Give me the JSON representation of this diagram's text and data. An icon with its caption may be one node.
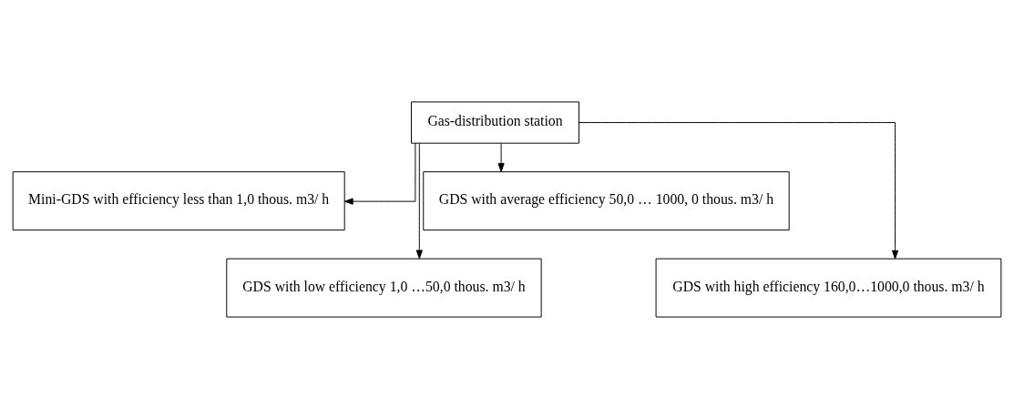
{
  "diagram": {
    "nodes": [
      {
        "text": [
          "Gas-distribution station"
        ]
      },
      {
        "text": [
          "Mini-GDS with efficiency less than 1,0 thous. m3/ h"
        ]
      },
      {
        "text": [
          "GDS with low efficiency 1,0 …50,0 thous. m3/ h"
        ]
      },
      {
        "text": [
          "GDS with average efficiency 50,0 … 1000, 0 thous. m3/ h"
        ]
      },
      {
        "text": [
          "GDS with high efficiency 160,0…1000,0 thous. m3/ h"
        ]
      }
    ],
    "edges": [
      {
        "from": 0,
        "to": 1,
        "arrow": "to"
      },
      {
        "from": 0,
        "to": 2,
        "arrow": "to"
      },
      {
        "from": 0,
        "to": 3,
        "arrow": "to"
      },
      {
        "from": 0,
        "to": 4,
        "arrow": "to"
      }
    ]
  }
}
